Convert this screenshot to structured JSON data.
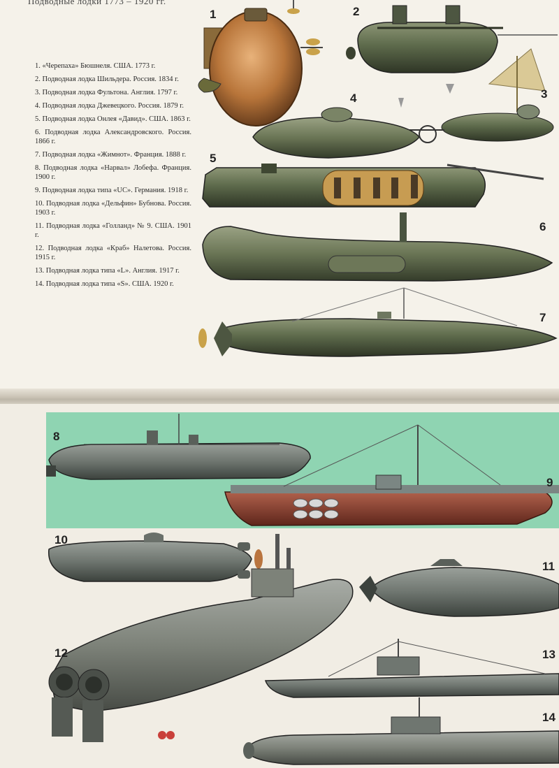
{
  "header": {
    "title": "Подводные лодки 1773 – 1920 гг."
  },
  "captions": [
    "1. «Черепаха» Бюшнеля. США. 1773 г.",
    "2. Подводная лодка Шильдера. Россия. 1834 г.",
    "3. Подводная лодка Фультона. Англия. 1797 г.",
    "4. Подводная лодка Джевецкого. Россия. 1879 г.",
    "5. Подводная лодка Онлея «Давид». США. 1863 г.",
    "6. Подводная лодка Александровского. Россия. 1866 г.",
    "7. Подводная лодка «Жимнот». Франция. 1888 г.",
    "8. Подводная лодка «Нарвал» Лобефа. Франция. 1900 г.",
    "9. Подводная лодка типа «UC». Германия. 1918 г.",
    "10. Подводная лодка «Дельфин» Бубнова. Россия. 1903 г.",
    "11. Подводная лодка «Голланд» № 9. США. 1901 г.",
    "12. Подводная лодка «Краб» Налетова. Россия. 1915 г.",
    "13. Подводная лодка типа «L». Англия. 1917 г.",
    "14. Подводная лодка типа «S». США. 1920 г."
  ],
  "figure_numbers": {
    "n1": "1",
    "n2": "2",
    "n3": "3",
    "n4": "4",
    "n5": "5",
    "n6": "6",
    "n7": "7",
    "n8": "8",
    "n9": "9",
    "n10": "10",
    "n11": "11",
    "n12": "12",
    "n13": "13",
    "n14": "14"
  },
  "colors": {
    "hull_green": "#5e6b4c",
    "hull_gray": "#6f7670",
    "copper": "#b8753a",
    "red_keel": "#8a3b2c",
    "sea_band": "#8fd4b2"
  }
}
